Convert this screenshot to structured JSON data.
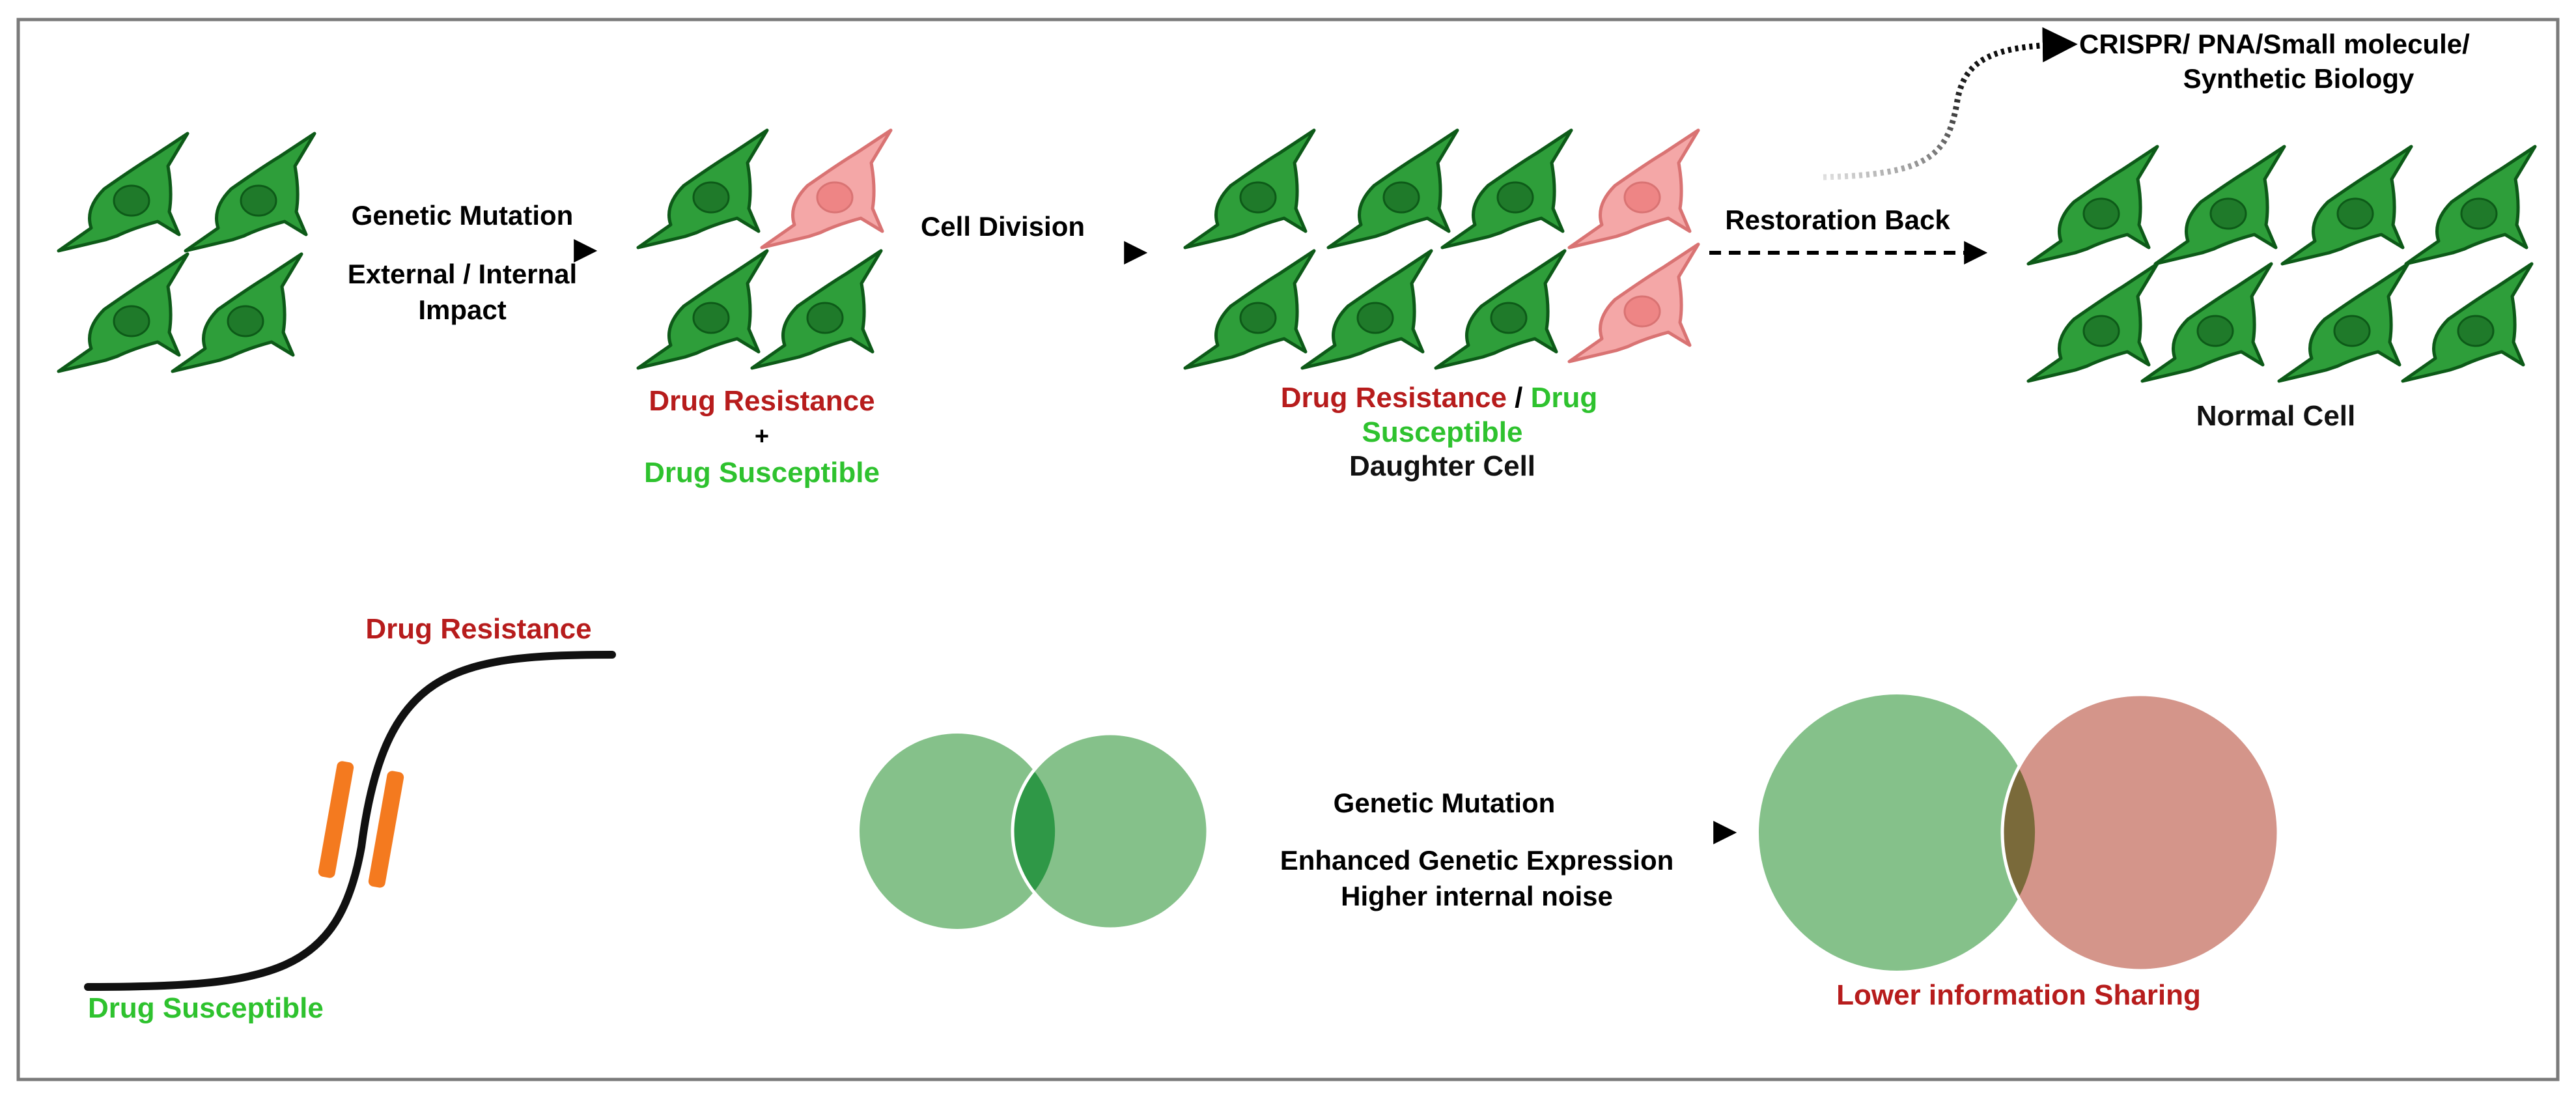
{
  "colors": {
    "frame": "#7a7a7a",
    "cell_normal": "#2e9e3a",
    "cell_normal_edge": "#0d5a18",
    "cell_resistant": "#f4a7a7",
    "cell_resistant_edge": "#d97373",
    "resistance_text": "#b71c1c",
    "susceptible_text": "#2ec22e",
    "venn_green": "#85c18a",
    "venn_overlap": "#2f9847",
    "venn_red": "#d4958a",
    "venn_overlap_small": "#7a6a3a",
    "orange_bar": "#f47a1f",
    "arrow": "#000000"
  },
  "arrows": {
    "genetic_mutation": {
      "line1": "Genetic Mutation",
      "line2": "External / Internal",
      "line3": "Impact"
    },
    "cell_division": {
      "label": "Cell Division"
    },
    "restoration": {
      "label": "Restoration Back"
    },
    "crispr": {
      "line1": "CRISPR/ PNA/Small molecule/",
      "line2": "Synthetic Biology"
    }
  },
  "group2": {
    "resistance": "Drug Resistance",
    "plus": "+",
    "susceptible": "Drug Susceptible"
  },
  "group3": {
    "resistance": "Drug Resistance",
    "slash": " / ",
    "drug": "Drug",
    "susceptible": "Susceptible",
    "daughter": "Daughter Cell"
  },
  "group4": {
    "label": "Normal Cell"
  },
  "sigmoid": {
    "top_label": "Drug Resistance",
    "bottom_label": "Drug Susceptible"
  },
  "venn": {
    "arrow_line1": "Genetic Mutation",
    "arrow_line2": "Enhanced Genetic Expression",
    "arrow_line3": "Higher internal noise",
    "result_label": "Lower information Sharing"
  },
  "icons": {
    "cell": "neuron-cell-icon"
  }
}
